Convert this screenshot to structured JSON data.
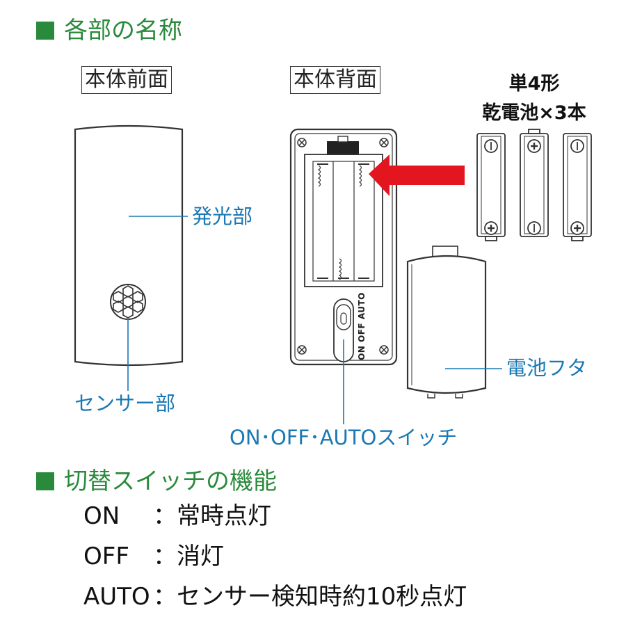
{
  "section_names": {
    "title": "各部の名称"
  },
  "front_view": {
    "label": "本体前面"
  },
  "back_view": {
    "label": "本体背面"
  },
  "battery": {
    "line1": "単4形",
    "line2": "乾電池×3本"
  },
  "callouts": {
    "light": "発光部",
    "sensor": "センサー部",
    "switch": "ON･OFF･AUTOスイッチ",
    "cover": "電池フタ"
  },
  "switch_marks": {
    "on": "ON",
    "off": "OFF",
    "auto": "AUTO"
  },
  "section_switch": {
    "title": "切替スイッチの機能",
    "rows": [
      {
        "key": "ON",
        "desc": "：常時点灯"
      },
      {
        "key": "OFF",
        "desc": "：消灯"
      },
      {
        "key": "AUTO",
        "desc": "：センサー検知時約10秒点灯"
      }
    ]
  },
  "colors": {
    "accent_green": "#2a8a3c",
    "callout_blue": "#1a78b4",
    "arrow_red": "#e3161f"
  }
}
